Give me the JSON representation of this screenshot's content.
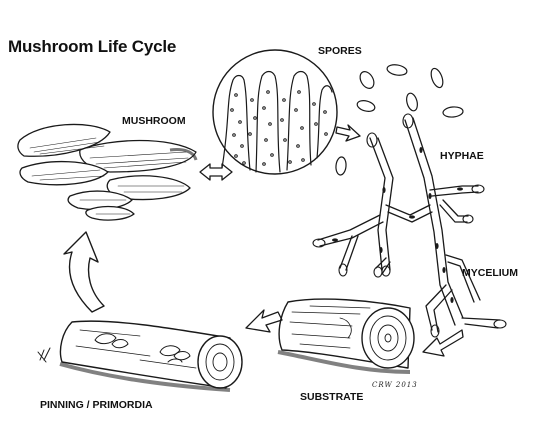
{
  "title": "Mushroom Life Cycle",
  "stages": {
    "spores": "SPORES",
    "mushroom": "MUSHROOM",
    "hyphae": "HYPHAE",
    "mycelium": "MYCELIUM",
    "substrate": "SUBSTRATE",
    "pinning": "PINNING / PRIMORDIA"
  },
  "signature": "CRW 2013"
}
